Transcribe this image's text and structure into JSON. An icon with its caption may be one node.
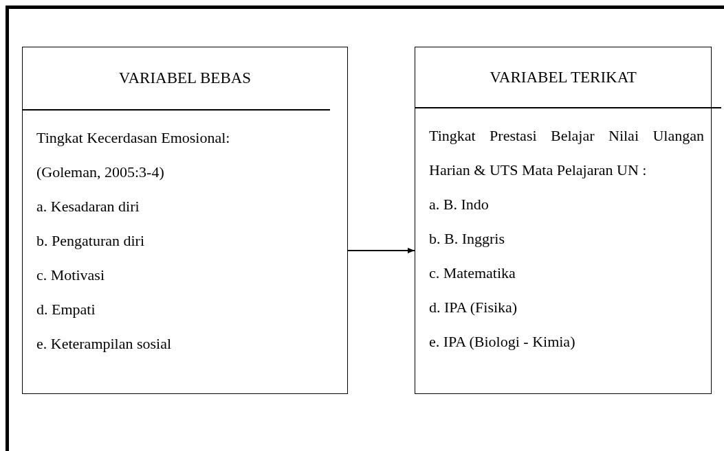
{
  "diagram": {
    "nodes": [
      {
        "text": [
          "VARIABEL BEBAS",
          "Tingkat Kecerdasan Emosional:",
          "(Goleman, 2005:3-4)",
          "a. Kesadaran diri",
          "b. Pengaturan diri",
          "c. Motivasi",
          "d. Empati",
          "e. Keterampilan sosial"
        ]
      },
      {
        "text": [
          "VARIABEL TERIKAT",
          "Tingkat Prestasi Belajar Nilai Ulangan Harian & UTS Mata Pelajaran UN :",
          "a. B. Indo",
          "b. B. Inggris",
          "c. Matematika",
          "d. IPA (Fisika)",
          "e. IPA (Biologi - Kimia)"
        ]
      }
    ],
    "edges": [
      {
        "from": 0,
        "to": 1,
        "arrow": "to"
      }
    ]
  }
}
